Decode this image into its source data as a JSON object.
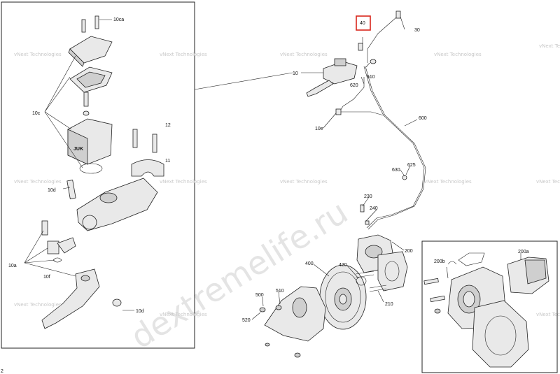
{
  "page_number": "2",
  "highlight_color": "#d9261c",
  "highlighted_label": "40",
  "watermark_text": "vNext Technologies",
  "watermark_url": "dextremelife.ru",
  "labels": {
    "l10ca": "10ca",
    "l10c": "10c",
    "l12": "12",
    "l11": "11",
    "l10d_a": "10d",
    "l10a": "10a",
    "l10f": "10f",
    "l10d_b": "10d",
    "l40": "40",
    "l30": "30",
    "l10": "10",
    "l610": "610",
    "l620": "620",
    "l10e": "10e",
    "l600": "600",
    "l625": "625",
    "l630": "630",
    "l230": "230",
    "l240": "240",
    "l400": "400",
    "l420": "420",
    "l200": "200",
    "l210": "210",
    "l500": "500",
    "l510": "510",
    "l520": "520",
    "l200a": "200a",
    "l200b": "200b"
  }
}
